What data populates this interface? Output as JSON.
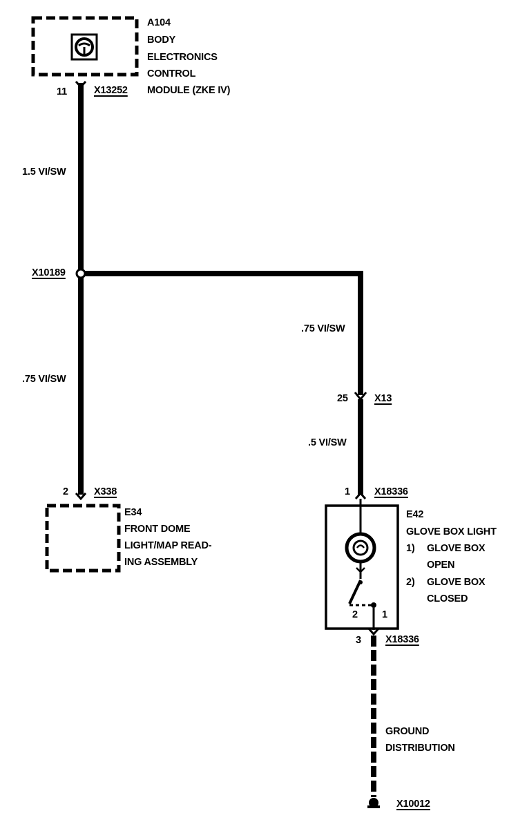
{
  "module": {
    "code": "A104",
    "name_lines": [
      "BODY",
      "ELECTRONICS",
      "CONTROL",
      "MODULE (ZKE IV)"
    ],
    "pin": "11",
    "connector": "X13252"
  },
  "wires": {
    "w1": "1.5 VI/SW",
    "w2": ".75 VI/SW",
    "w3": ".75 VI/SW",
    "w4": ".5 VI/SW"
  },
  "splice": "X10189",
  "dome": {
    "pin": "2",
    "connector": "X338",
    "code": "E34",
    "name_lines": [
      "FRONT DOME",
      "LIGHT/MAP READ-",
      "ING ASSEMBLY"
    ]
  },
  "inline": {
    "pin": "25",
    "connector": "X13"
  },
  "glove": {
    "pin_top": "1",
    "connector_top": "X18336",
    "code": "E42",
    "name": "GLOVE BOX LIGHT",
    "note1_num": "1)",
    "note1_lines": [
      "GLOVE BOX",
      "OPEN"
    ],
    "note2_num": "2)",
    "note2_lines": [
      "GLOVE BOX",
      "CLOSED"
    ],
    "switch_pin_left": "2",
    "switch_pin_right": "1",
    "pin_bottom": "3",
    "connector_bottom": "X18336"
  },
  "ground": {
    "label_lines": [
      "GROUND",
      "DISTRIBUTION"
    ],
    "connector": "X10012"
  }
}
